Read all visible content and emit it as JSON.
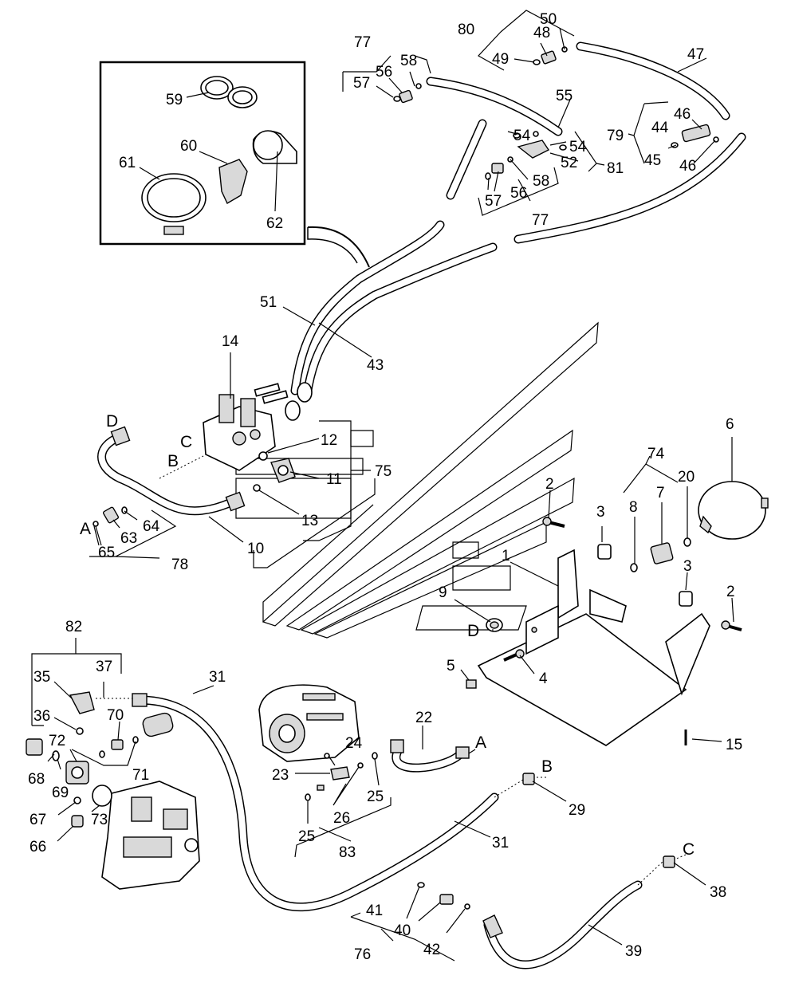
{
  "callouts": {
    "c1": "1",
    "c2a": "2",
    "c2b": "2",
    "c3a": "3",
    "c3b": "3",
    "c4": "4",
    "c5": "5",
    "c6": "6",
    "c7": "7",
    "c8": "8",
    "c9": "9",
    "c10": "10",
    "c11": "11",
    "c12": "12",
    "c13": "13",
    "c14": "14",
    "c15": "15",
    "c20": "20",
    "c22": "22",
    "c23": "23",
    "c24": "24",
    "c25a": "25",
    "c25b": "25",
    "c26": "26",
    "c29": "29",
    "c31a": "31",
    "c31b": "31",
    "c35": "35",
    "c36": "36",
    "c37": "37",
    "c38": "38",
    "c39": "39",
    "c40": "40",
    "c41": "41",
    "c42": "42",
    "c43": "43",
    "c44": "44",
    "c45": "45",
    "c46a": "46",
    "c46b": "46",
    "c47": "47",
    "c48": "48",
    "c49": "49",
    "c50": "50",
    "c51": "51",
    "c52": "52",
    "c54a": "54",
    "c54b": "54",
    "c55": "55",
    "c56a": "56",
    "c56b": "56",
    "c57a": "57",
    "c57b": "57",
    "c58a": "58",
    "c58b": "58",
    "c59": "59",
    "c60": "60",
    "c61": "61",
    "c62": "62",
    "c63": "63",
    "c64": "64",
    "c65": "65",
    "c66": "66",
    "c67": "67",
    "c68": "68",
    "c69": "69",
    "c70": "70",
    "c71": "71",
    "c72": "72",
    "c73": "73",
    "c74": "74",
    "c75": "75",
    "c76": "76",
    "c77a": "77",
    "c77b": "77",
    "c78": "78",
    "c79": "79",
    "c80": "80",
    "c81": "81",
    "c82": "82",
    "c83": "83"
  },
  "connectors": {
    "A1": "A",
    "A2": "A",
    "B1": "B",
    "B2": "B",
    "C1": "C",
    "C2": "C",
    "D1": "D",
    "D2": "D"
  }
}
